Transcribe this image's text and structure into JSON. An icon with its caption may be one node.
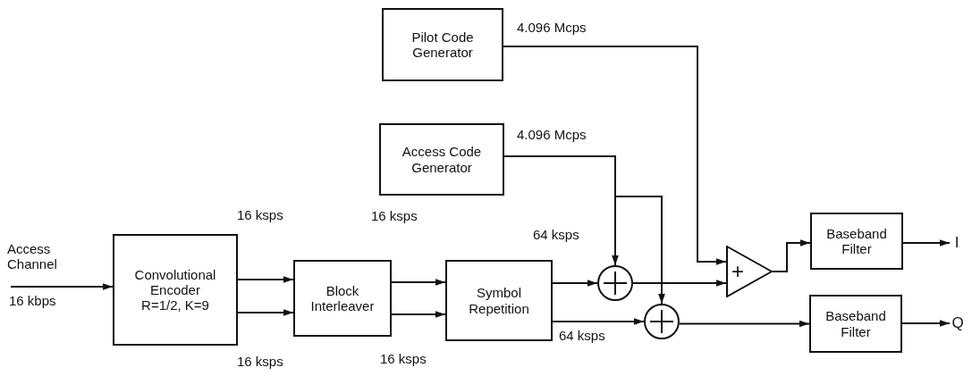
{
  "diagram": {
    "nodes": [
      {
        "text": [
          "Convolutional Encoder",
          "R=1/2,  K=9"
        ]
      },
      {
        "text": [
          "Block Interleaver"
        ]
      },
      {
        "text": [
          "Symbol Repetition"
        ]
      },
      {
        "text": [
          "Pilot Code Generator"
        ]
      },
      {
        "text": [
          "Access Code Generator"
        ]
      },
      {
        "text": [],
        "shape": "circle"
      },
      {
        "text": [],
        "shape": "circle"
      },
      {
        "text": [
          "+"
        ]
      },
      {
        "text": [
          "Baseband Filter"
        ]
      },
      {
        "text": [
          "Baseband Filter"
        ]
      },
      {
        "text": [
          "I"
        ]
      },
      {
        "text": [
          "Q"
        ]
      }
    ],
    "edges": [
      {
        "from": null,
        "to": 0,
        "arrow": "to"
      },
      {
        "from": 0,
        "to": 1,
        "arrow": "to"
      },
      {
        "from": 0,
        "to": 1,
        "arrow": "to"
      },
      {
        "from": 1,
        "to": 2,
        "arrow": "to"
      },
      {
        "from": 1,
        "to": 2,
        "arrow": "to"
      },
      {
        "from": 2,
        "to": 5,
        "arrow": "to"
      },
      {
        "from": 2,
        "to": 6,
        "arrow": "to"
      },
      {
        "from": 4,
        "to": 5,
        "arrow": "to"
      },
      {
        "from": 4,
        "to": 6,
        "arrow": "to"
      },
      {
        "from": 3,
        "to": 7,
        "arrow": "to"
      },
      {
        "from": 5,
        "to": 7,
        "arrow": "to"
      },
      {
        "from": 7,
        "to": 8,
        "arrow": "to"
      },
      {
        "from": 6,
        "to": 9,
        "arrow": "to"
      },
      {
        "from": 8,
        "to": 10,
        "arrow": "to"
      },
      {
        "from": 9,
        "to": 11,
        "arrow": "to"
      }
    ],
    "labels": [
      "4.096 Mcps",
      "4.096 Mcps",
      "Access Channel",
      "16 kbps",
      "16 ksps",
      "16 ksps",
      "64 ksps",
      "16 ksps",
      "16 ksps",
      "64 ksps"
    ]
  }
}
